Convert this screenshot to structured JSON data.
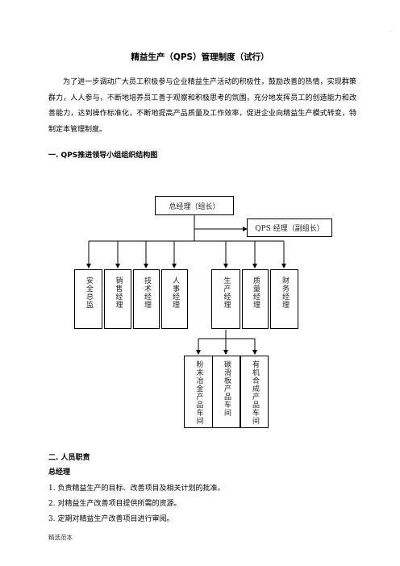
{
  "page": {
    "corner_mark": ".",
    "title": "精益生产（QPS）管理制度（试行）",
    "intro": "为了进一步调动广大员工积极参与企业精益生产活动的积极性，鼓励改善的热情，实现群策群力，人人参与，不断地培养员工善于观察和积极思考的氛围，充分地发挥员工的创造能力和改善能力，达到操作标准化，不断地提高产品质量及工作效率，促进企业向精益生产模式转变，特制定本管理制度。",
    "section1_heading": "一. QPS推进领导小组组织结构图",
    "section2_heading": "二. 人员职责",
    "sub_heading": "总经理",
    "items": [
      "1. 负责精益生产的目标、改善项目及相关计划的批准。",
      "2. 对精益生产改善项目提供所需的资源。",
      "3. 定期对精益生产改善项目进行审阅。"
    ],
    "footer": "精选范本"
  },
  "org_chart": {
    "top": "总经理（组长）",
    "qps": "QPS 经理（副组长）",
    "managers": [
      "安全总监",
      "销售经理",
      "技术经理",
      "人事经理",
      "生产经理",
      "质量经理",
      "财务经理"
    ],
    "workshops": [
      "粉末冶金产品车间",
      "碳滑板产品车间",
      "有机合成产品车间"
    ]
  }
}
